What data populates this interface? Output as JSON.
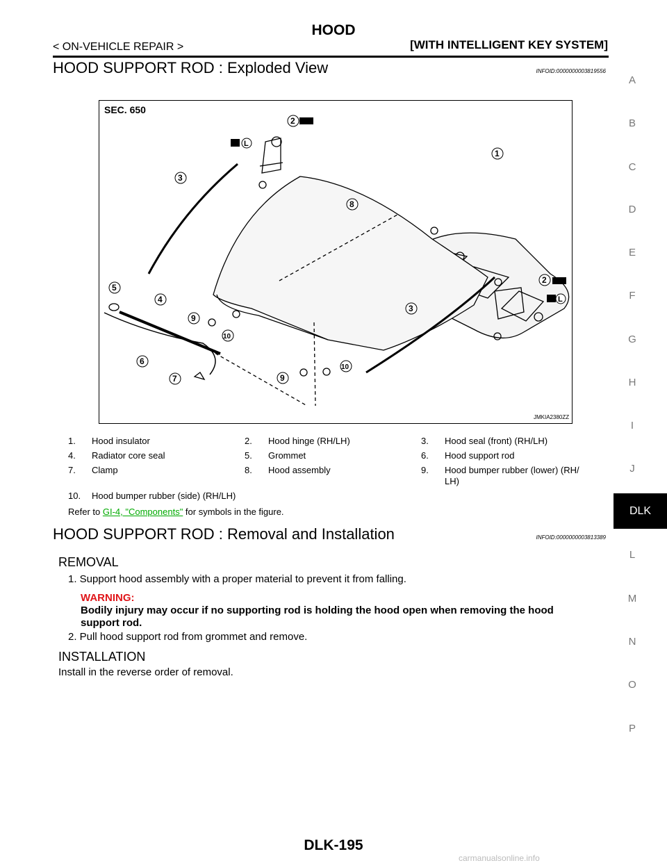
{
  "header": {
    "title": "HOOD",
    "breadcrumb": "< ON-VEHICLE REPAIR >",
    "system": "[WITH INTELLIGENT KEY SYSTEM]"
  },
  "section1": {
    "title": "HOOD SUPPORT ROD : Exploded View",
    "infoid": "INFOID:0000000003819556"
  },
  "figure": {
    "sec_label": "SEC. 650",
    "code": "JMKIA2380ZZ",
    "callouts": [
      "1",
      "2",
      "3",
      "8",
      "5",
      "4",
      "9",
      "10",
      "6",
      "7",
      "2",
      "3",
      "10",
      "9"
    ],
    "symbol_l": "L"
  },
  "legend": [
    [
      "1.",
      "Hood insulator"
    ],
    [
      "2.",
      "Hood hinge (RH/LH)"
    ],
    [
      "3.",
      "Hood seal (front) (RH/LH)"
    ],
    [
      "4.",
      "Radiator core seal"
    ],
    [
      "5.",
      "Grommet"
    ],
    [
      "6.",
      "Hood support rod"
    ],
    [
      "7.",
      "Clamp"
    ],
    [
      "8.",
      "Hood assembly"
    ],
    [
      "9.",
      "Hood bumper rubber (lower) (RH/",
      "LH)"
    ],
    [
      "10.",
      "Hood bumper rubber (side) (RH/LH)"
    ]
  ],
  "refer": {
    "prefix": "Refer to ",
    "link": "GI-4, \"Components\"",
    "suffix": " for symbols in the figure."
  },
  "section2": {
    "title": "HOOD SUPPORT ROD : Removal and Installation",
    "infoid": "INFOID:0000000003813389"
  },
  "removal": {
    "heading": "REMOVAL",
    "step1": "1.  Support hood assembly with a proper material to prevent it from falling.",
    "warning_title": "WARNING:",
    "warning_line1": "Bodily injury may occur if no supporting rod is holding the hood open when removing the hood",
    "warning_line2": "support rod.",
    "step2": "2.  Pull hood support rod from grommet and remove."
  },
  "installation": {
    "heading": "INSTALLATION",
    "text": "Install in the reverse order of removal."
  },
  "side_index": [
    "A",
    "B",
    "C",
    "D",
    "E",
    "F",
    "G",
    "H",
    "I",
    "J",
    "DLK",
    "L",
    "M",
    "N",
    "O",
    "P"
  ],
  "footer": {
    "page": "DLK-195"
  },
  "watermark": "carmanualsonline.info"
}
